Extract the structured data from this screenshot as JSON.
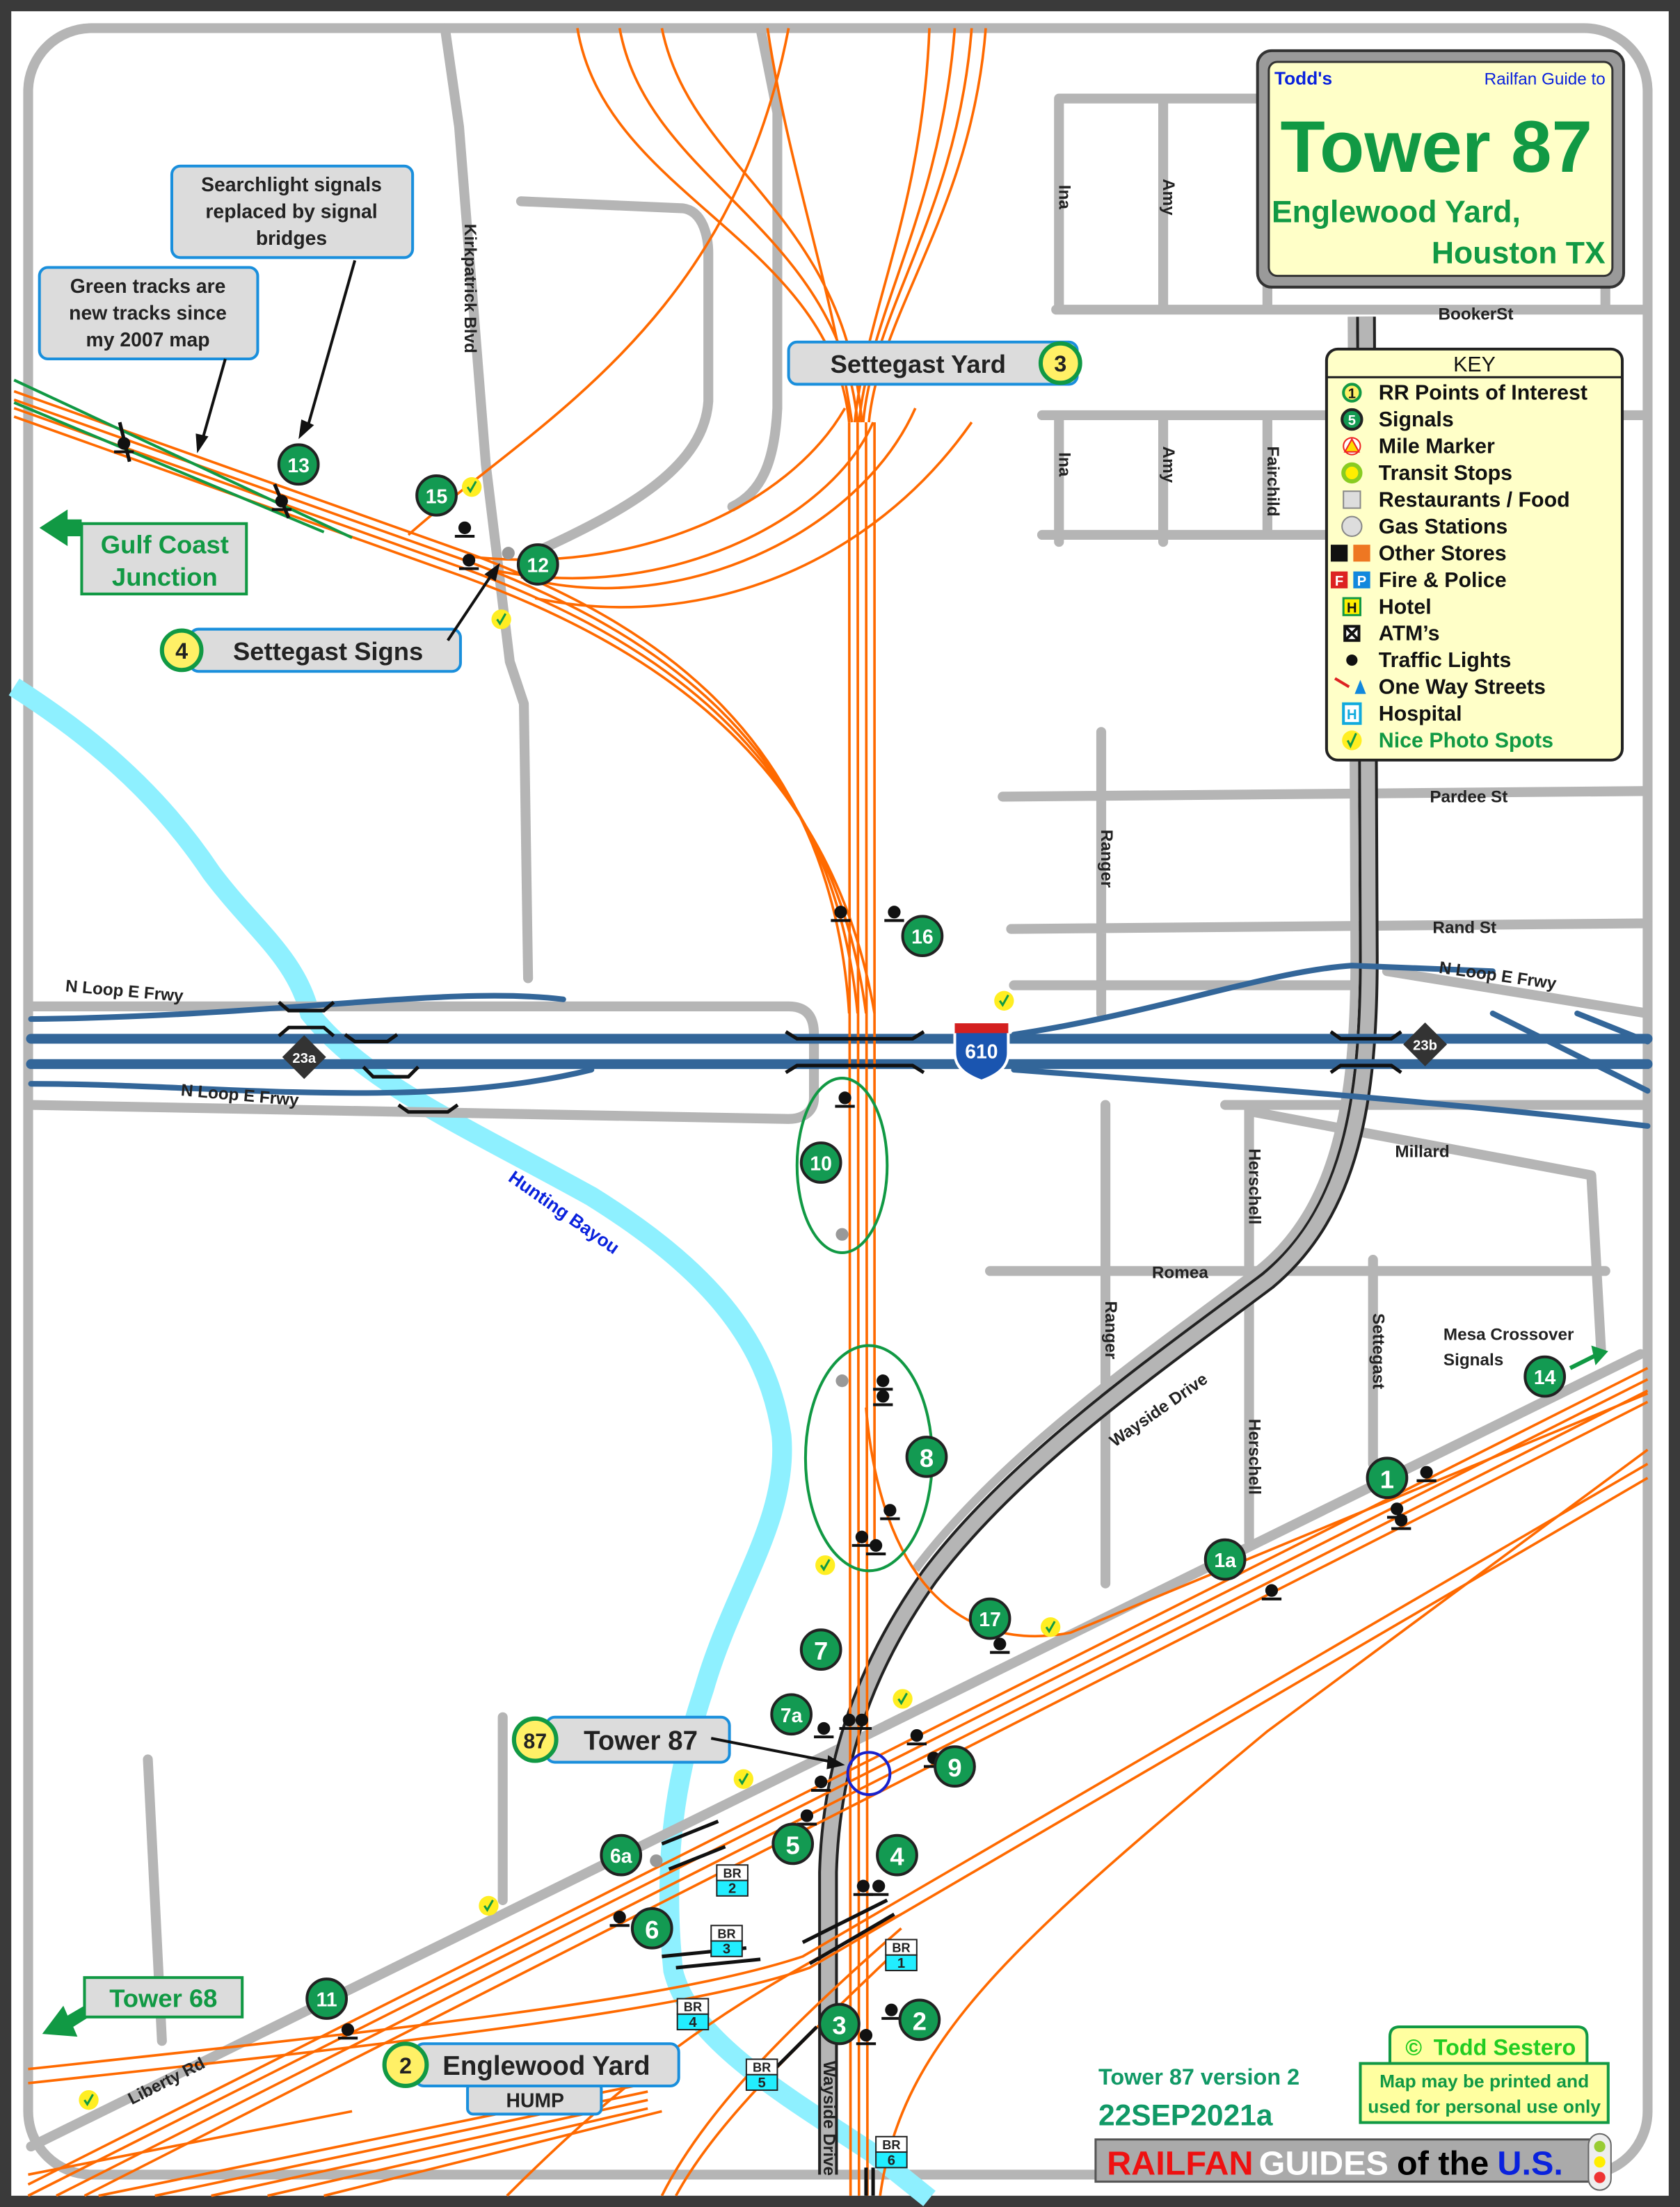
{
  "title": {
    "top_left": "Todd's",
    "top_right": "Railfan Guide to",
    "main": "Tower 87",
    "sub1": "Englewood Yard,",
    "sub2": "Houston TX"
  },
  "key": {
    "heading": "KEY",
    "items": [
      {
        "icon": "rr-point-icon",
        "label": "RR Points of Interest",
        "glyph": "1"
      },
      {
        "icon": "signal-icon",
        "label": "Signals",
        "glyph": "5"
      },
      {
        "icon": "mile-marker-icon",
        "label": "Mile Marker"
      },
      {
        "icon": "transit-stop-icon",
        "label": "Transit Stops"
      },
      {
        "icon": "restaurant-icon",
        "label": "Restaurants / Food"
      },
      {
        "icon": "gas-station-icon",
        "label": "Gas Stations"
      },
      {
        "icon": "other-stores-icon",
        "label": "Other Stores"
      },
      {
        "icon": "fire-police-icon",
        "label": "Fire & Police",
        "glyph": "F P"
      },
      {
        "icon": "hotel-icon",
        "label": "Hotel",
        "glyph": "H"
      },
      {
        "icon": "atm-icon",
        "label": "ATM’s"
      },
      {
        "icon": "traffic-light-icon",
        "label": "Traffic Lights"
      },
      {
        "icon": "one-way-icon",
        "label": "One Way Streets"
      },
      {
        "icon": "hospital-icon",
        "label": "Hospital",
        "glyph": "H"
      },
      {
        "icon": "photo-spot-icon",
        "label": "Nice Photo Spots"
      }
    ]
  },
  "points_of_interest": [
    {
      "num": "3",
      "label": "Settegast Yard"
    },
    {
      "num": "4",
      "label": "Settegast Signs"
    },
    {
      "num": "87",
      "label": "Tower 87"
    },
    {
      "num": "2",
      "label": "Englewood Yard",
      "sublabel": "HUMP"
    }
  ],
  "destinations": [
    {
      "label_line1": "Gulf Coast",
      "label_line2": "Junction"
    },
    {
      "label_line1": "Tower 68"
    }
  ],
  "callouts": [
    {
      "lines": [
        "Searchlight signals",
        "replaced by signal",
        "bridges"
      ]
    },
    {
      "lines": [
        "Green tracks are",
        "new tracks since",
        "my 2007 map"
      ]
    }
  ],
  "signals": [
    "13",
    "15",
    "12",
    "16",
    "10",
    "8",
    "1a",
    "1",
    "14",
    "17",
    "7",
    "7a",
    "9",
    "5",
    "4",
    "6a",
    "6",
    "11",
    "3",
    "2"
  ],
  "bridges": [
    "2",
    "3",
    "1",
    "4",
    "5",
    "6"
  ],
  "bridge_prefix": "BR",
  "streets": [
    "Ina",
    "Amy",
    "BookerSt",
    "Ina",
    "Amy",
    "Fairchild",
    "Pardee St",
    "Ranger",
    "Rand St",
    "N Loop E Frwy",
    "Millard",
    "Herschell",
    "Romea",
    "Ranger",
    "Settegast",
    "Herschell",
    "Wayside Drive",
    "Kirkpatrick Blvd",
    "N Loop E Frwy",
    "N Loop E Frwy",
    "Liberty Rd",
    "Wayside Drive"
  ],
  "waterway": "Hunting Bayou",
  "mesa_label": [
    "Mesa Crossover",
    "Signals"
  ],
  "highway": {
    "shield": "610",
    "exits": [
      "23a",
      "23b"
    ]
  },
  "version": {
    "line1": "Tower 87 version 2",
    "line2": "22SEP2021a"
  },
  "copyright": {
    "name": "Todd Sestero",
    "symbol": "©",
    "lines": [
      "Map may be printed and",
      "used for personal use only"
    ]
  },
  "banner": {
    "w1": "RAILFAN",
    "w2": "GUIDES",
    "w3": "of the",
    "w4": "U.S."
  },
  "colors": {
    "track": "#ff6a00",
    "new_track": "#119944",
    "signal": "#139a52",
    "freeway": "#336699",
    "bayou": "#8ef0ff",
    "road": "#b5b5b5"
  }
}
